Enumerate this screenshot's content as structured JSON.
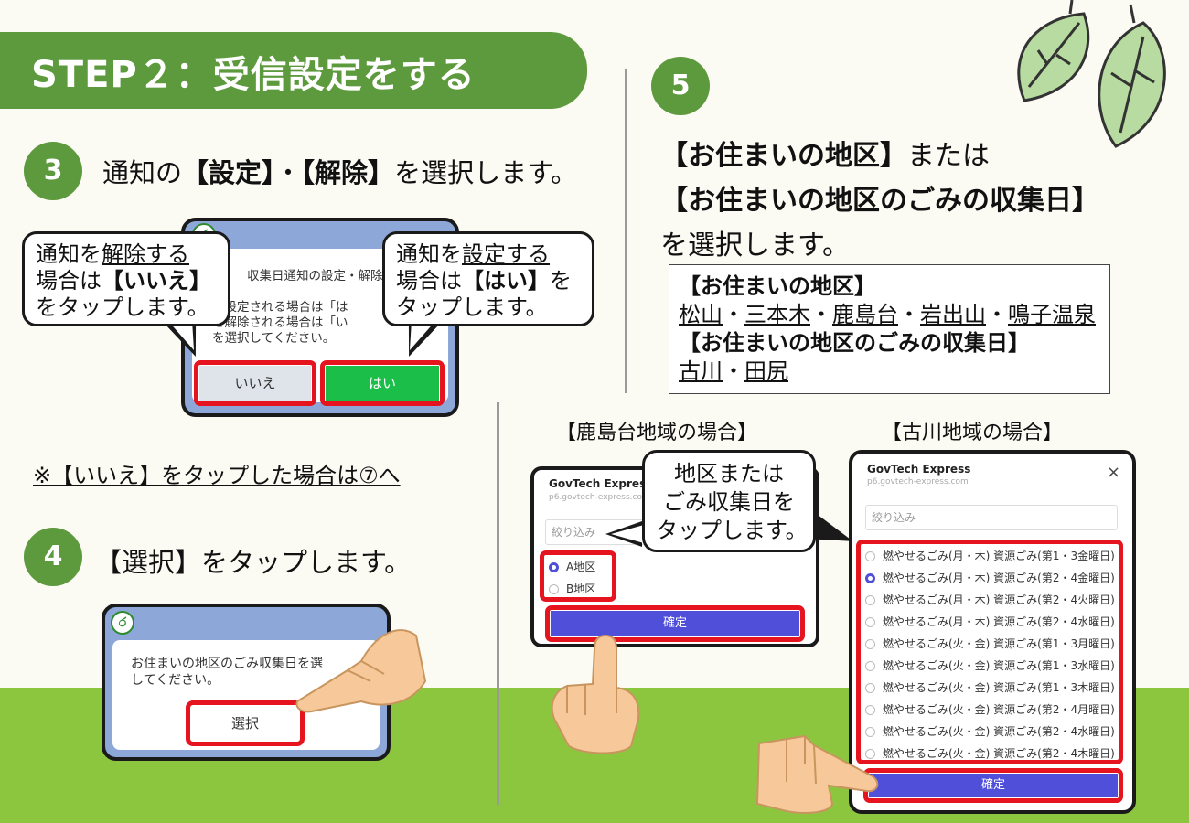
{
  "header": {
    "title": "STEP２：受信設定をする"
  },
  "step3": {
    "num": "3",
    "pre": "通知の",
    "b1": "【設定】",
    "mid": "・",
    "b2": "【解除】",
    "post": "を選択します。"
  },
  "dialog3": {
    "line1": "収集日通知の設定・解除",
    "line2": "。",
    "line3": "を設定される場合は「は",
    "line4": "を解除される場合は「い",
    "line5": "を選択してください。",
    "no_label": "いいえ",
    "yes_label": "はい"
  },
  "bubble_left": {
    "l1_pre": "通知を",
    "l1_u": "解除する",
    "l2_pre": "場合は",
    "l2_b": "【いいえ】",
    "l3": "をタップします。"
  },
  "bubble_right": {
    "l1_pre": "通知を",
    "l1_u": "設定する",
    "l2_pre": "場合は",
    "l2_b": "【はい】",
    "l2_post": "を",
    "l3": "タップします。"
  },
  "note": "※【いいえ】をタップした場合は⑦へ",
  "step4": {
    "num": "4",
    "pre": "【選択】",
    "post": "をタップします。"
  },
  "dialog4": {
    "line1": "お住まいの地区のごみ収集日を選",
    "line2": "してください。",
    "button": "選択"
  },
  "step5": {
    "num": "5",
    "l1_b": "【お住まいの地区】",
    "l1_post": "または",
    "l2_b": "【お住まいの地区のごみの収集日】",
    "l3": "を選択します。"
  },
  "infobox": {
    "h1": "【お住まいの地区】",
    "areas1": [
      "松山",
      "三本木",
      "鹿島台",
      "岩出山",
      "鳴子温泉"
    ],
    "h2": "【お住まいの地区のごみの収集日】",
    "areas2": [
      "古川",
      "田尻"
    ],
    "sep": "・"
  },
  "caption_left": "【鹿島台地域の場合】",
  "caption_right": "【古川地域の場合】",
  "bubble_mid": {
    "l1": "地区または",
    "l2": "ごみ収集日を",
    "l3": "タップします。"
  },
  "phone_left": {
    "title": "GovTech Express",
    "url": "p6.govtech-express.com",
    "filter": "絞り込み",
    "options": [
      "A地区",
      "B地区"
    ],
    "confirm": "確定"
  },
  "phone_right": {
    "title": "GovTech Express",
    "url": "p6.govtech-express.com",
    "filter": "絞り込み",
    "close": "×",
    "confirm": "確定",
    "selected_index": 1,
    "options": [
      "燃やせるごみ(月・木) 資源ごみ(第1・3金曜日)",
      "燃やせるごみ(月・木) 資源ごみ(第2・4金曜日)",
      "燃やせるごみ(月・木) 資源ごみ(第2・4火曜日)",
      "燃やせるごみ(月・木) 資源ごみ(第2・4水曜日)",
      "燃やせるごみ(火・金) 資源ごみ(第1・3月曜日)",
      "燃やせるごみ(火・金) 資源ごみ(第1・3水曜日)",
      "燃やせるごみ(火・金) 資源ごみ(第1・3木曜日)",
      "燃やせるごみ(火・金) 資源ごみ(第2・4月曜日)",
      "燃やせるごみ(火・金) 資源ごみ(第2・4水曜日)",
      "燃やせるごみ(火・金) 資源ごみ(第2・4木曜日)"
    ]
  },
  "logo_glyph": "ර",
  "colors": {
    "green": "#5d9a3d",
    "ground": "#8cc63f",
    "highlight": "#e5141f",
    "confirm": "#4f4fd9",
    "yes": "#1cbe4a"
  }
}
